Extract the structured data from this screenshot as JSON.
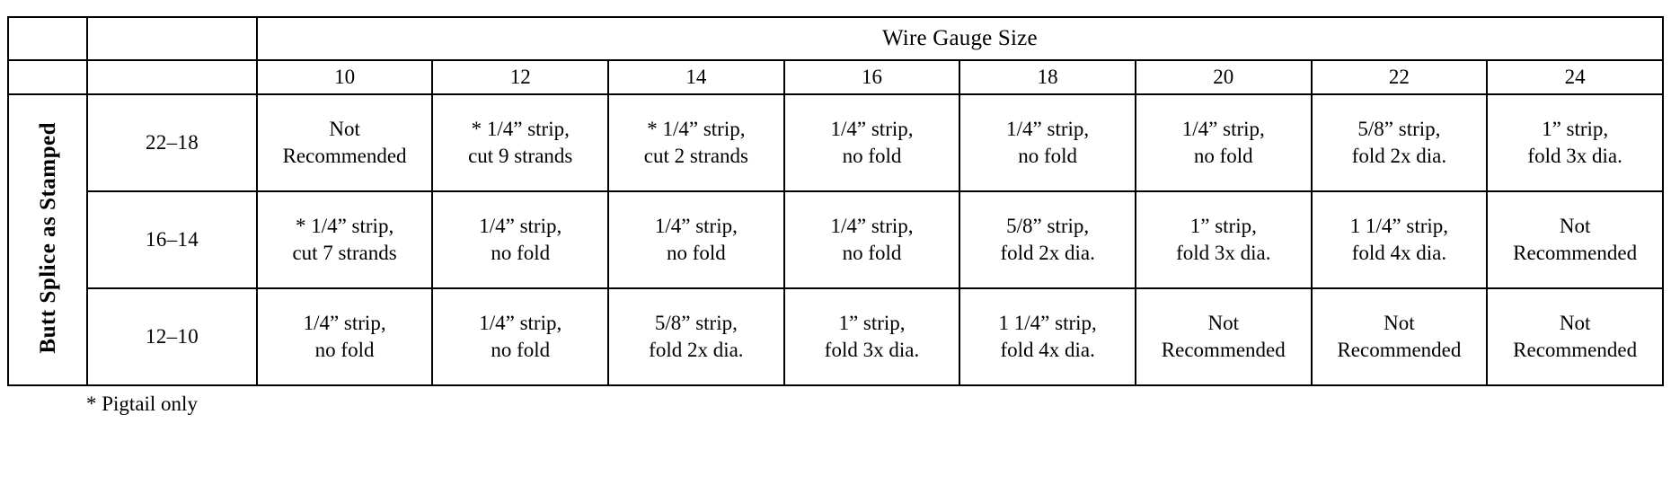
{
  "table": {
    "header_title": "Wire Gauge Size",
    "side_label": "Butt Splice as Stamped",
    "column_headers": [
      "10",
      "12",
      "14",
      "16",
      "18",
      "20",
      "22",
      "24"
    ],
    "row_labels": [
      "22–18",
      "16–14",
      "12–10"
    ],
    "rows": [
      {
        "label": "22–18",
        "cells": [
          {
            "line1": "Not",
            "line2": "Recommended"
          },
          {
            "line1": "* 1/4” strip,",
            "line2": "cut 9 strands"
          },
          {
            "line1": "* 1/4” strip,",
            "line2": "cut 2 strands"
          },
          {
            "line1": "1/4” strip,",
            "line2": "no fold"
          },
          {
            "line1": "1/4” strip,",
            "line2": "no fold"
          },
          {
            "line1": "1/4” strip,",
            "line2": "no fold"
          },
          {
            "line1": "5/8” strip,",
            "line2": "fold 2x dia."
          },
          {
            "line1": "1” strip,",
            "line2": "fold 3x dia."
          }
        ]
      },
      {
        "label": "16–14",
        "cells": [
          {
            "line1": "* 1/4” strip,",
            "line2": "cut 7 strands"
          },
          {
            "line1": "1/4” strip,",
            "line2": "no fold"
          },
          {
            "line1": "1/4” strip,",
            "line2": "no fold"
          },
          {
            "line1": "1/4” strip,",
            "line2": "no fold"
          },
          {
            "line1": "5/8” strip,",
            "line2": "fold 2x dia."
          },
          {
            "line1": "1” strip,",
            "line2": "fold 3x dia."
          },
          {
            "line1": "1 1/4” strip,",
            "line2": "fold 4x dia."
          },
          {
            "line1": "Not",
            "line2": "Recommended"
          }
        ]
      },
      {
        "label": "12–10",
        "cells": [
          {
            "line1": "1/4” strip,",
            "line2": "no fold"
          },
          {
            "line1": "1/4” strip,",
            "line2": "no fold"
          },
          {
            "line1": "5/8” strip,",
            "line2": "fold 2x dia."
          },
          {
            "line1": "1” strip,",
            "line2": "fold 3x dia."
          },
          {
            "line1": "1 1/4” strip,",
            "line2": "fold 4x dia."
          },
          {
            "line1": "Not",
            "line2": "Recommended"
          },
          {
            "line1": "Not",
            "line2": "Recommended"
          },
          {
            "line1": "Not",
            "line2": "Recommended"
          }
        ]
      }
    ]
  },
  "footnote": "* Pigtail only",
  "colors": {
    "ink": "#000000",
    "paper": "#ffffff"
  }
}
